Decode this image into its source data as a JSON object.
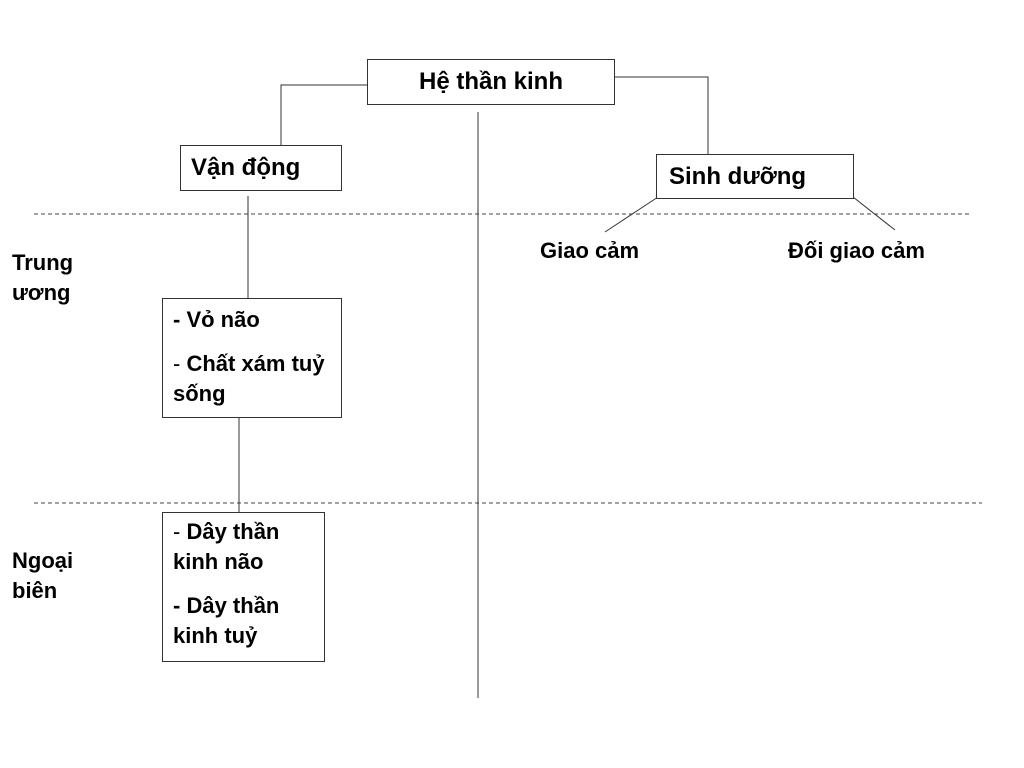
{
  "root": {
    "label": "Hệ thần kinh"
  },
  "left_branch": {
    "label": "Vận động"
  },
  "right_branch": {
    "label": "Sinh dưỡng",
    "children": [
      "Giao cảm",
      "Đối giao cảm"
    ]
  },
  "levels": {
    "central": "Trung\nương",
    "peripheral": "Ngoại\nbiên"
  },
  "central_box": {
    "items": [
      {
        "dash": "-",
        "text": "Vỏ não"
      },
      {
        "dash": "-",
        "text": "Chất xám tuỷ sống"
      }
    ]
  },
  "peripheral_box": {
    "items": [
      {
        "dash": "-",
        "text": "Dây thần kinh não"
      },
      {
        "dash": "-",
        "text": "Dây thần kinh tuỷ"
      }
    ]
  }
}
